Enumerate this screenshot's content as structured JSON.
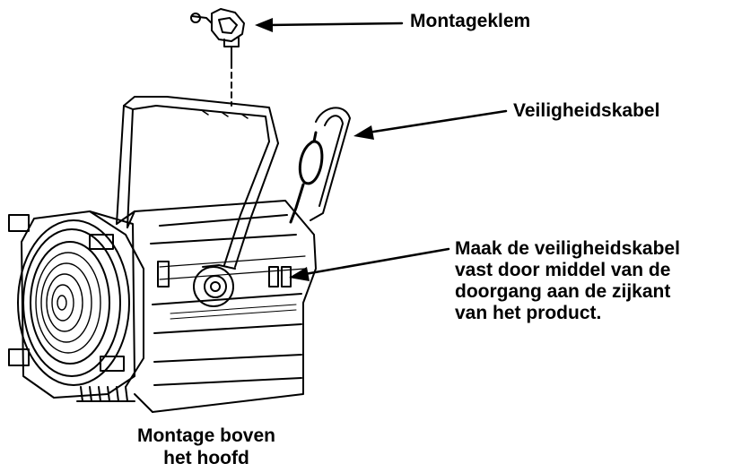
{
  "labels": {
    "clamp": "Montageklem",
    "safety_cable": "Veiligheidskabel",
    "instruction_lines": [
      "Maak de veiligheidskabel",
      "vast door middel van de",
      "doorgang aan de zijkant",
      "van het product."
    ],
    "caption_lines": [
      "Montage boven",
      "het hoofd"
    ]
  },
  "colors": {
    "line": "#000000",
    "background": "#ffffff",
    "shade": "#e6e6e6"
  }
}
